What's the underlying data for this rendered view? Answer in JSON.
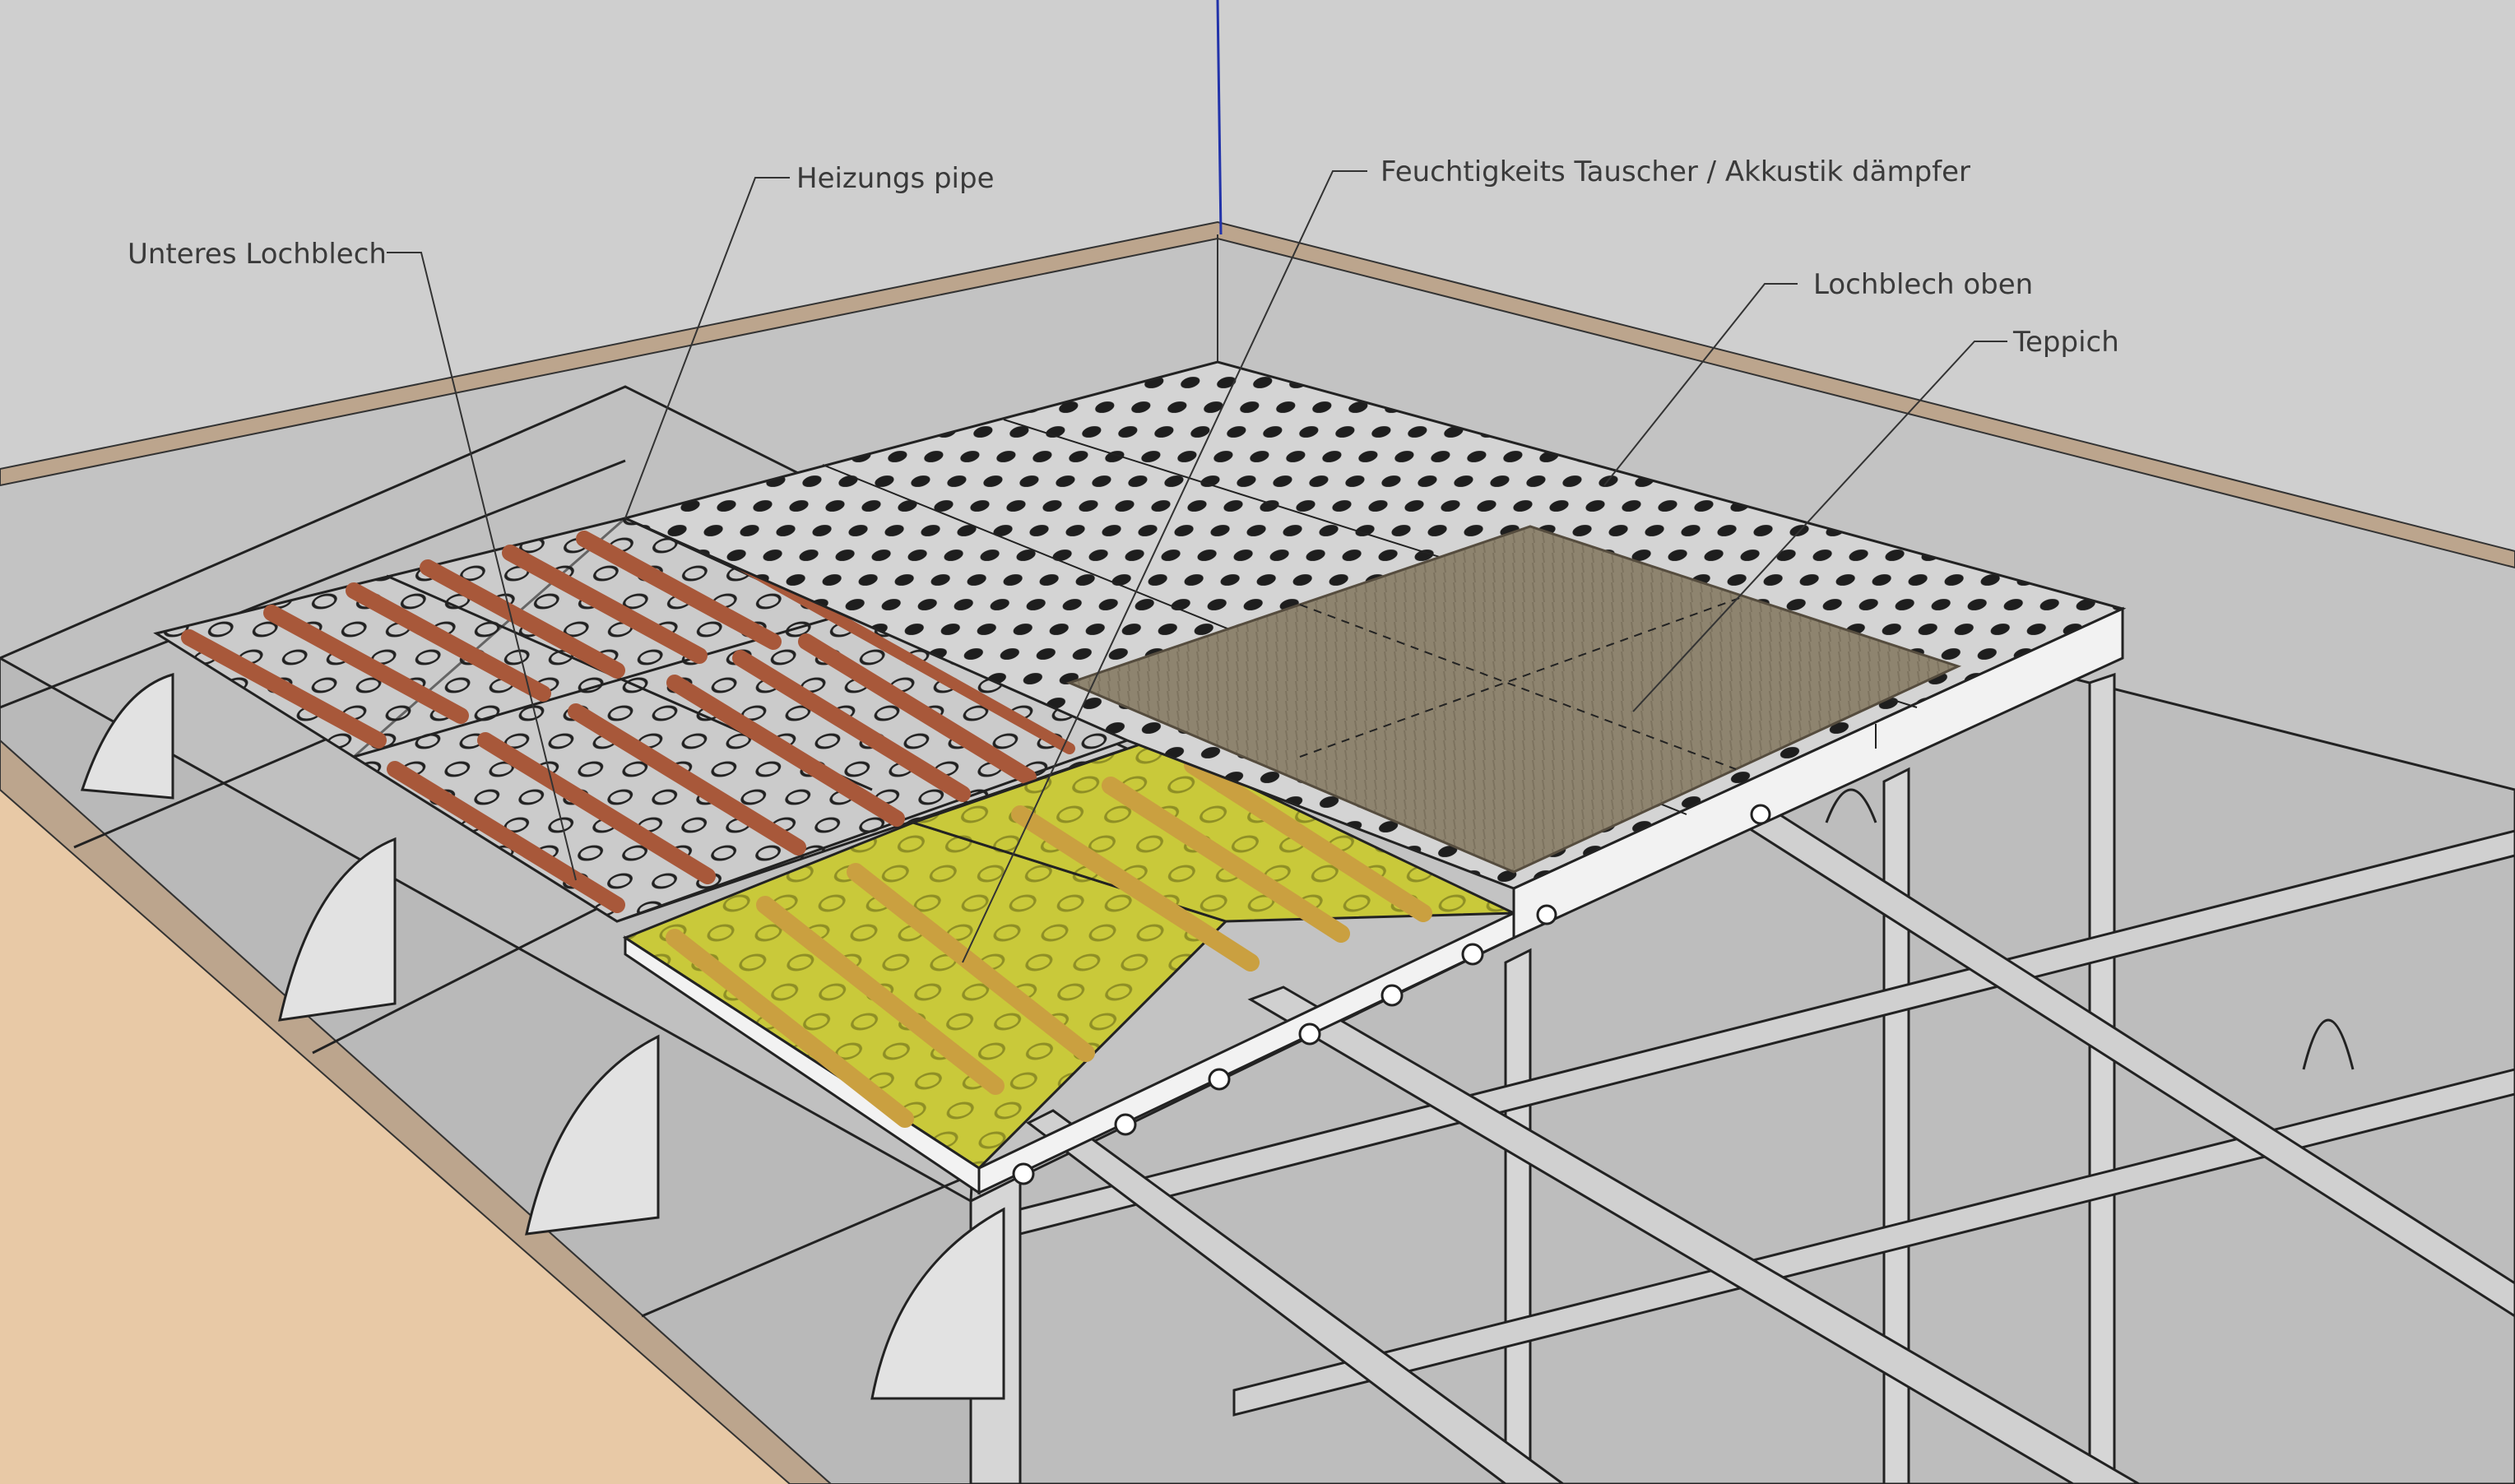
{
  "callouts": {
    "unteres_lochblech": "Unteres Lochblech",
    "heizungs_pipe": "Heizungs pipe",
    "feuchtigkeits_tauscher": "Feuchtigkeits Tauscher / Akkustik dämpfer",
    "lochblech_oben": "Lochblech oben",
    "teppich": "Teppich"
  },
  "colors": {
    "background": "#cfcfcf",
    "wall": "#c4c4c4",
    "wall_top": "#bca58d",
    "floor_side": "#e8c9a6",
    "perforated_sheet": "#d2d2d2",
    "copper_pipe": "#a8583a",
    "damper_mat": "#c8c836",
    "carpet": "#8f8572",
    "structure": "#b9b9b9"
  }
}
